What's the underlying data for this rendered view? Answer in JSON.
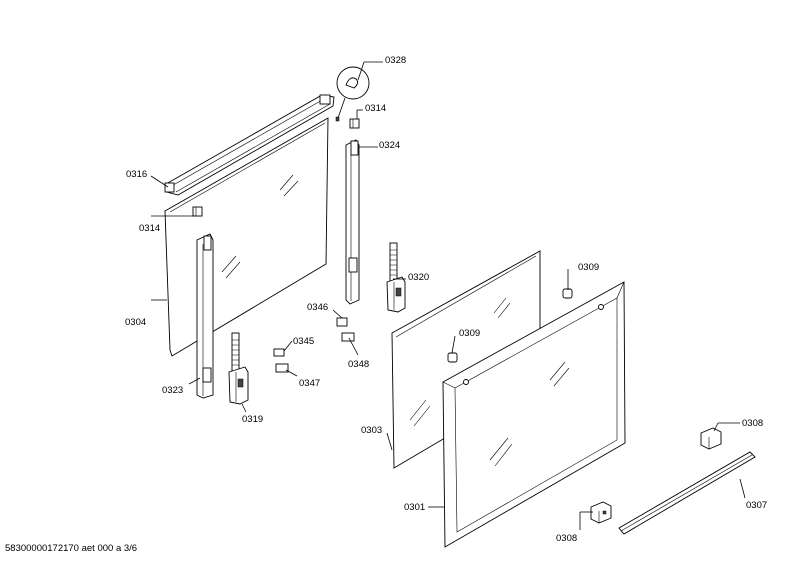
{
  "parts": {
    "p0328": "0328",
    "p0314_top": "0314",
    "p0324": "0324",
    "p0316": "0316",
    "p0314_left": "0314",
    "p0320": "0320",
    "p0309_right": "0309",
    "p0304": "0304",
    "p0346": "0346",
    "p0309_mid": "0309",
    "p0345": "0345",
    "p0348": "0348",
    "p0347": "0347",
    "p0323": "0323",
    "p0319": "0319",
    "p0303": "0303",
    "p0308_top": "0308",
    "p0307": "0307",
    "p0301": "0301",
    "p0308_bottom": "0308"
  },
  "footer": "58300000172170 aet 000 a 3/6"
}
